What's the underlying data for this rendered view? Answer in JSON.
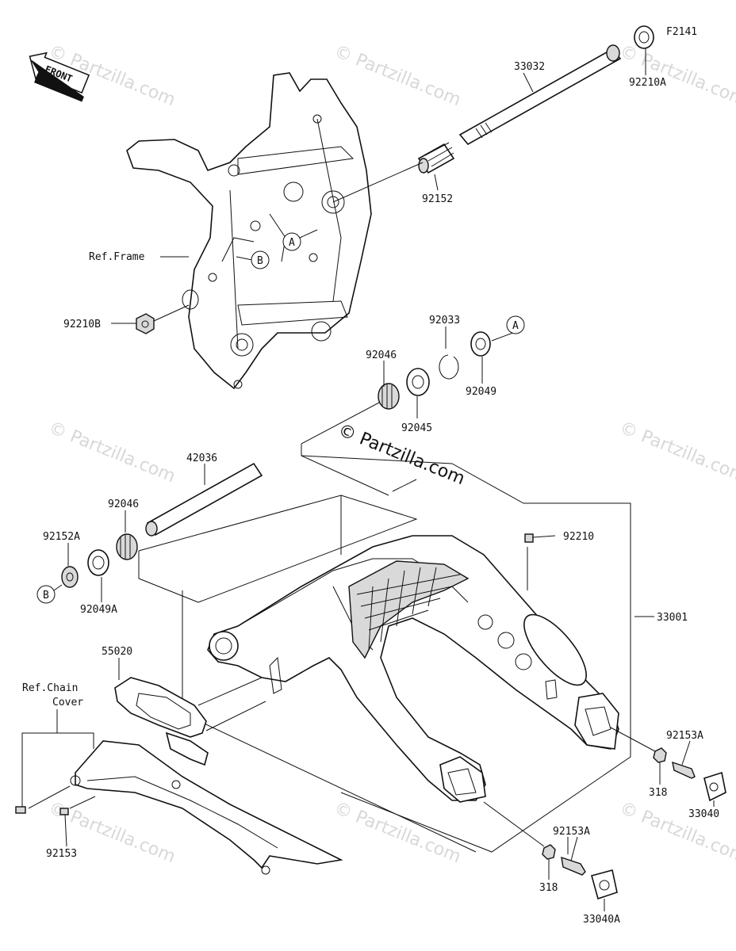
{
  "diagram": {
    "figure_code": "F2141",
    "front_label": "FRONT",
    "watermark": "© Partzilla.com",
    "watermark_brand": "© Partzilla.com",
    "labels": {
      "p33032": "33032",
      "p92210A": "92210A",
      "p92152": "92152",
      "ref_frame": "Ref.Frame",
      "p92210B": "92210B",
      "p92033": "92033",
      "p92046_top": "92046",
      "p92049": "92049",
      "p92045": "92045",
      "p42036": "42036",
      "p92046_left": "92046",
      "p92152A": "92152A",
      "p92049A": "92049A",
      "p92210": "92210",
      "p33001": "33001",
      "p55020": "55020",
      "ref_chain_1": "Ref.Chain",
      "ref_chain_2": "Cover",
      "p92153A_right": "92153A",
      "p318_right": "318",
      "p33040": "33040",
      "p92153": "92153",
      "p92153A_bottom": "92153A",
      "p318_bottom": "318",
      "p33040A": "33040A"
    },
    "callouts": {
      "a1": "A",
      "a2": "A",
      "b1": "B",
      "b2": "B"
    }
  }
}
